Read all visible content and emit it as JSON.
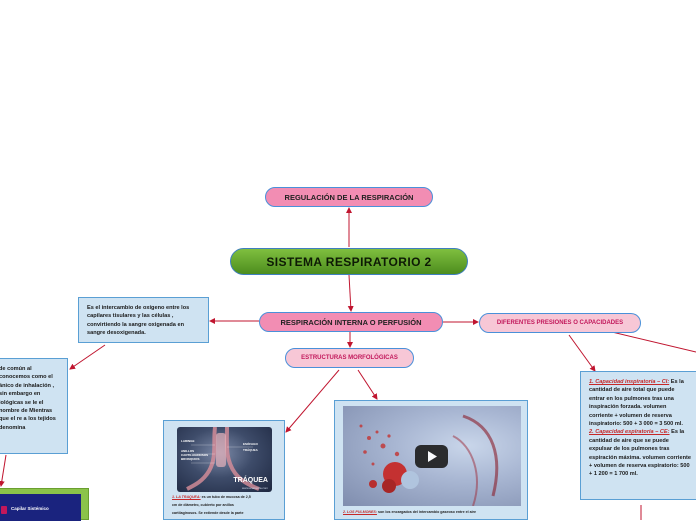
{
  "nodes": {
    "main": "SISTEMA RESPIRATORIO 2",
    "regulacion": "REGULACIÓN DE LA RESPIRACIÓN",
    "respiracion_interna": "RESPIRACIÓN INTERNA O PERFUSIÓN",
    "estructuras": "ESTRUCTURAS MORFOLÓGICAS",
    "presiones": "DIFERENTES PRESIONES O CAPACIDADES"
  },
  "boxes": {
    "intercambio": "Es el intercambio de oxígeno entre los capilares tisulares y las células , convirtiendo la sangre oxigenada en sangre desoxigenada.",
    "left_partial": "de común al conocemos como el ánico de inhalación , sin embargo en iológicas se le el nombre de Mientras que el re a los tejidos denomina"
  },
  "capacidades": {
    "c1_label": "1. Capacidad inspiratoria – CI:",
    "c1_text": "Es la cantidad de aire total que puede entrar en los pulmones tras una inspiración forzada. volumen corriente + volumen de reserva inspiratorio: 500 + 3 000 = 3 500 ml.",
    "c2_label": "2. Capacidad espiratoria – CE:",
    "c2_text": "Es la cantidad de aire que se puede expulsar de los pulmones tras espiración máxima. volumen corriente + volumen de reserva espiratorio: 500 + 1 200 = 1 700 ml."
  },
  "traquea": {
    "image_title": "TRÁQUEA",
    "image_labels": [
      "LARINGE",
      "TRÁQUEA",
      "ESÓFAGO",
      "ANILLOS CARTILAGINOSOS",
      "BRONQUIOS"
    ],
    "watermark": "www.anatomia.com",
    "label": "1. LA TRAQUEA:",
    "text_lines": [
      "es un tubo de mucosa de 2,5",
      "cm de diámetro, cubierto por anillos",
      "cartilaginosos. Se extiende desde la parte"
    ]
  },
  "pulmones": {
    "label": "2. LOS PULMONES:",
    "text": "son los encargados del intercambio gaseoso entre el aire"
  },
  "bottom_left": {
    "label": "Capilar Sistémico"
  },
  "colors": {
    "main_green": "#5a9e2a",
    "pink": "#f28db3",
    "light_pink": "#f7c7d6",
    "box_blue": "#cfe3f2",
    "line_red": "#c0152f",
    "border_blue": "#4a90d9"
  }
}
